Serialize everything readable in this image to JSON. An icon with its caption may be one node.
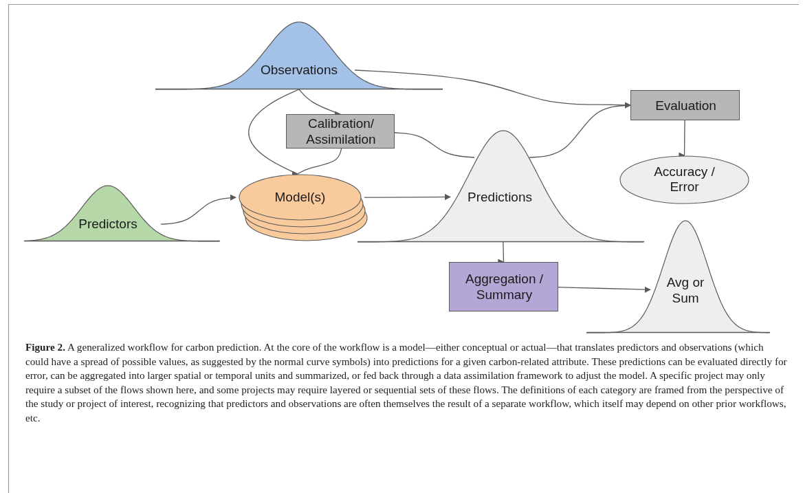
{
  "diagram": {
    "caption": "**Figure 2.** A generalized workflow for carbon prediction. At the core of the workflow is a model—either conceptual or actual—that translates predictors and observations (which could have a spread of possible values, as suggested by the normal curve symbols) into predictions for a given carbon-related attribute. These predictions can be evaluated directly for error, can be aggregated into larger spatial or temporal units and summarized, or fed back through a data assimilation framework to adjust the model. A specific project may only require a subset of the flows shown here, and some projects may require layered or sequential sets of these flows. The definitions of each category are framed from the perspective of the study or project of interest, recognizing that predictors and observations are often themselves the result of a separate workflow, which itself may depend on other prior workflows, etc.",
    "nodes": [
      {
        "text": [
          "Observations"
        ]
      },
      {
        "text": [
          "Calibration/ Assimilation"
        ]
      },
      {
        "text": [
          "Predictors"
        ]
      },
      {
        "text": [
          "Model(s)"
        ]
      },
      {
        "text": [
          "Predictions"
        ]
      },
      {
        "text": [
          "Evaluation"
        ]
      },
      {
        "text": [
          "Accuracy / Error"
        ]
      },
      {
        "text": [
          "Aggregation / Summary"
        ]
      },
      {
        "text": [
          "Avg or Sum"
        ]
      }
    ],
    "edges": [
      {
        "from": 0,
        "to": 1,
        "arrow": "to"
      },
      {
        "from": 0,
        "to": 3,
        "arrow": "to"
      },
      {
        "from": 1,
        "to": 3,
        "arrow": "to"
      },
      {
        "from": 0,
        "to": 5,
        "arrow": "to"
      },
      {
        "from": 2,
        "to": 3,
        "arrow": "to"
      },
      {
        "from": 3,
        "to": 4,
        "arrow": "to"
      },
      {
        "from": 4,
        "to": 1,
        "arrow": "to"
      },
      {
        "from": 4,
        "to": 5,
        "arrow": "to"
      },
      {
        "from": 5,
        "to": 6,
        "arrow": "to"
      },
      {
        "from": 4,
        "to": 7,
        "arrow": "to"
      },
      {
        "from": 7,
        "to": 8,
        "arrow": "to"
      }
    ]
  }
}
